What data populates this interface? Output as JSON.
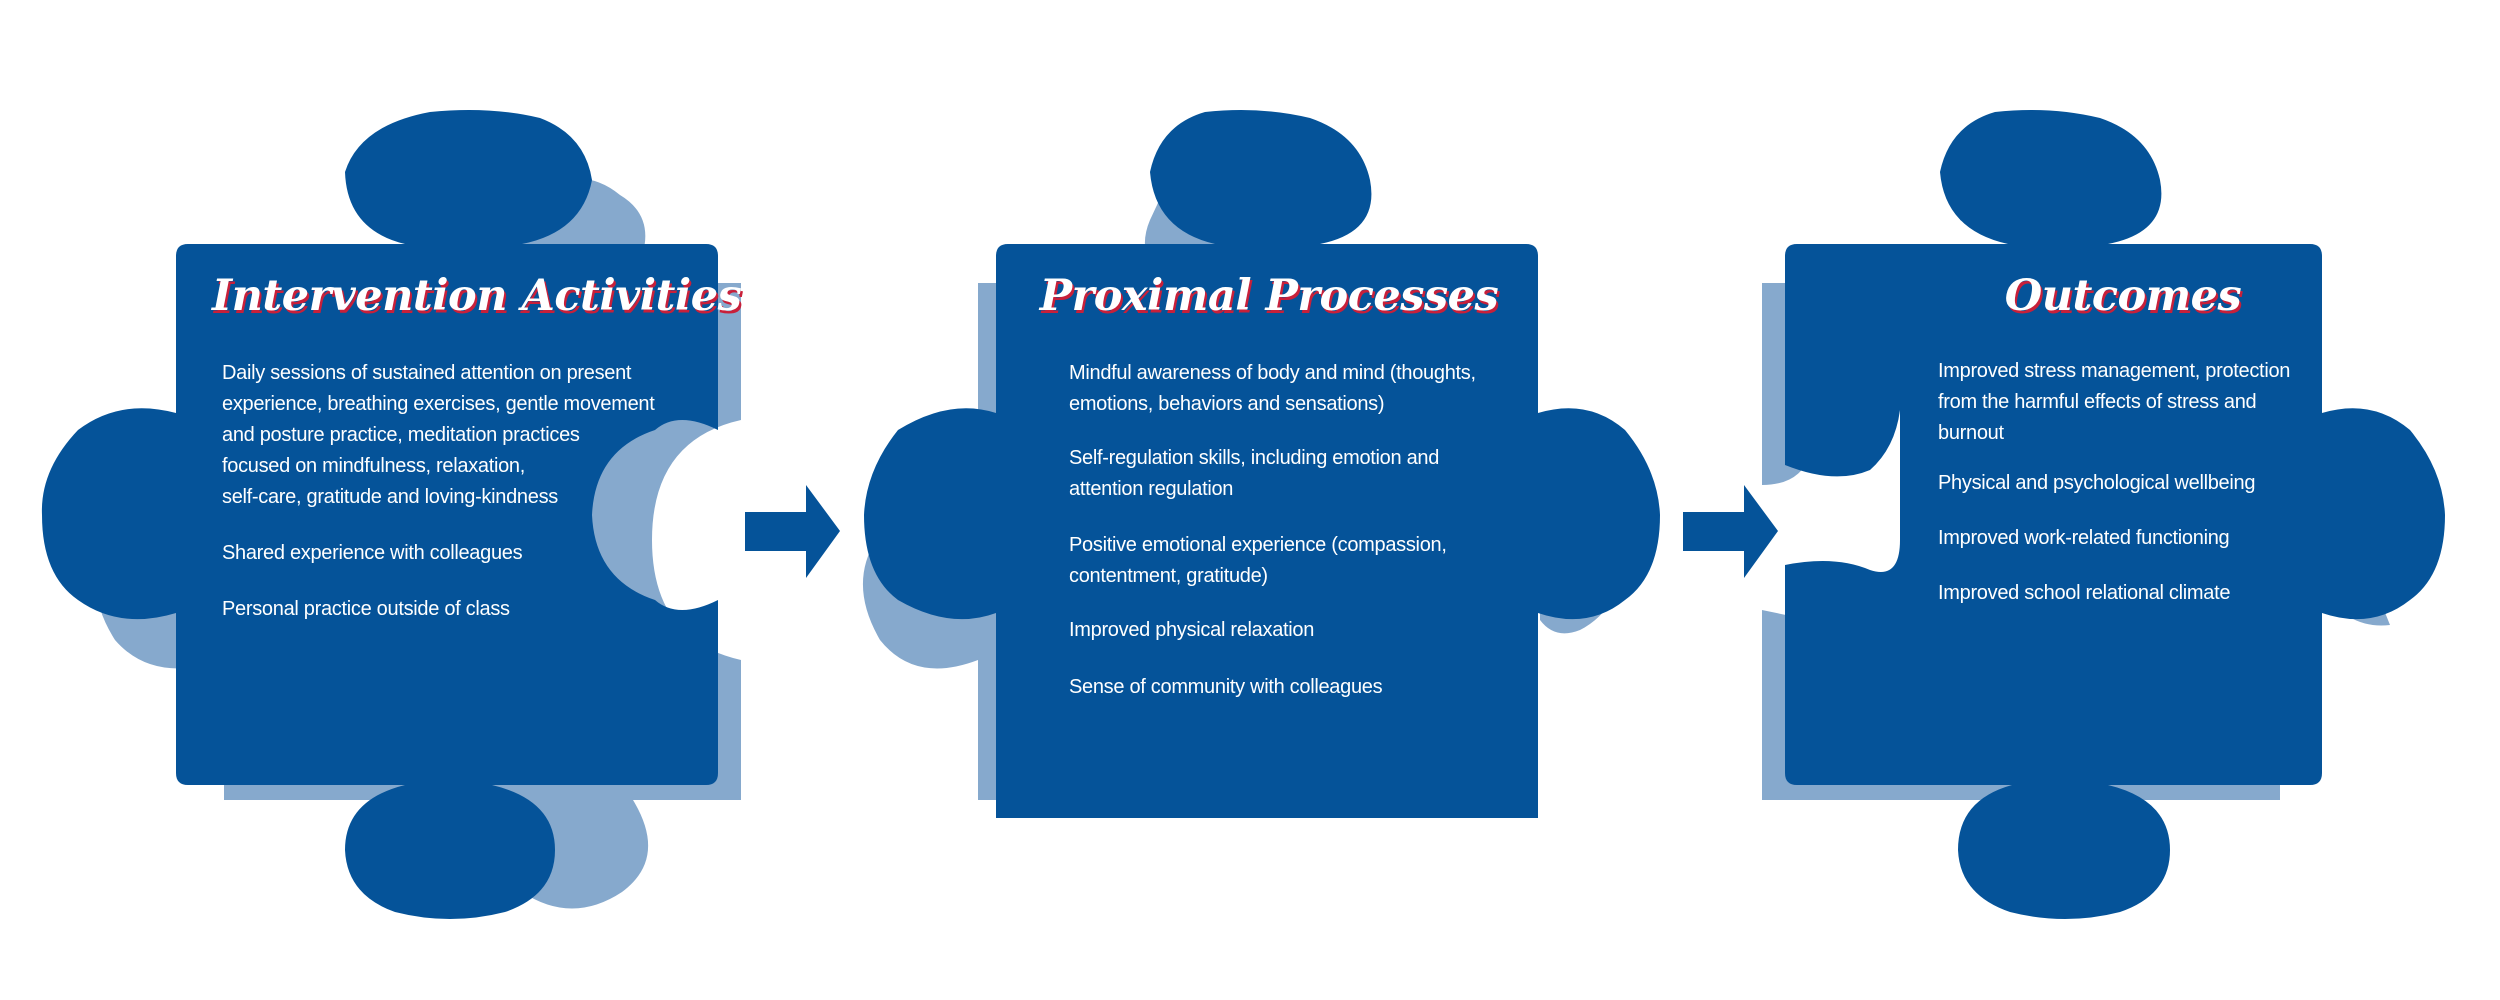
{
  "colors": {
    "piece": "#055399",
    "piece_shadow": "#86a9cd",
    "arrow": "#055399",
    "title_text": "#ffffff",
    "title_shadow": "#c8203a",
    "body_text": "#ffffff",
    "background": "#ffffff"
  },
  "panels": [
    {
      "title": "Intervention Activities",
      "items": [
        "Daily sessions of sustained attention on present\nexperience, breathing exercises, gentle movement\nand posture practice, meditation practices\n focused on mindfulness, relaxation,\nself-care, gratitude and loving-kindness",
        "Shared experience with colleagues",
        "Personal practice outside of class"
      ]
    },
    {
      "title": "Proximal Processes",
      "items": [
        "Mindful awareness of body and mind (thoughts,\nemotions, behaviors and sensations)",
        "Self-regulation skills, including emotion and\nattention  regulation",
        "Positive emotional experience (compassion,\ncontentment, gratitude)",
        "Improved physical relaxation",
        "Sense of community with colleagues"
      ]
    },
    {
      "title": "Outcomes",
      "items": [
        "Improved stress management, protection\nfrom the harmful effects of stress and\nburnout",
        "Physical and psychological wellbeing",
        "Improved work-related functioning",
        "Improved school relational climate"
      ]
    }
  ],
  "arrows": [
    {
      "from": "Intervention Activities",
      "to": "Proximal Processes"
    },
    {
      "from": "Proximal Processes",
      "to": "Outcomes"
    }
  ]
}
